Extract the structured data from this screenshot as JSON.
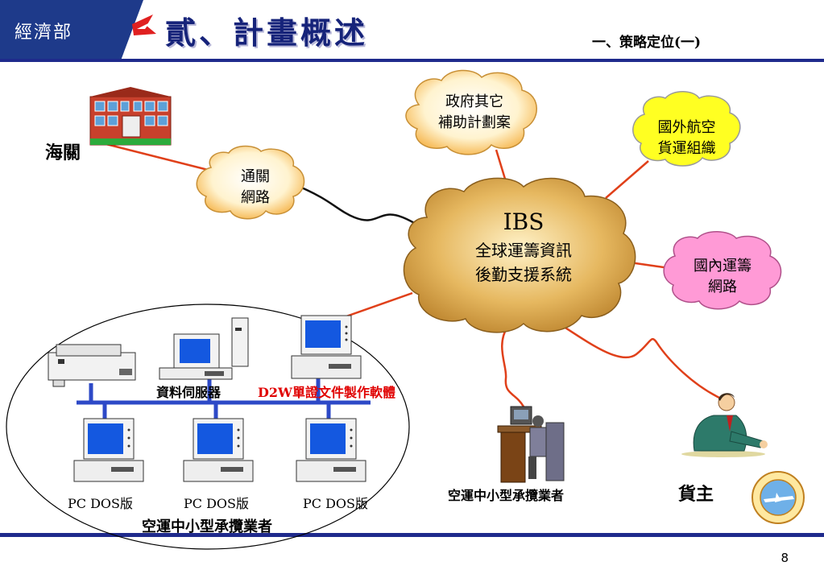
{
  "header": {
    "org_logo_text": "經濟部",
    "title": "貳、計畫概述",
    "subtitle": "一、策略定位(一)"
  },
  "nodes": {
    "customs": "海關",
    "customs_network": [
      "通關",
      "網路"
    ],
    "gov_projects": [
      "政府其它",
      "補助計劃案"
    ],
    "intl_groups": [
      "國外航空",
      "貨運組織"
    ],
    "domestic_network": [
      "國內運籌",
      "網路"
    ],
    "ibs_title": "IBS",
    "ibs_desc": [
      "全球運籌資訊",
      "後勤支援系統"
    ],
    "forwarder_single": "空運中小型承攬業者",
    "shipper": "貨主"
  },
  "lan": {
    "server_label": "資料伺服器",
    "d2w_label": "D2W單證文件製作軟體",
    "pc_labels": [
      "PC DOS版",
      "PC DOS版",
      "PC DOS版"
    ],
    "group_label": "空運中小型承攬業者"
  },
  "colors": {
    "brand_blue": "#1e3a8a",
    "title_blue": "#16237a",
    "link_red": "#e0401a",
    "d2w_red": "#e00000",
    "cloud_peach": "#fff6d8",
    "cloud_gold": "#e8b85c",
    "cloud_yellow": "#ffff33",
    "cloud_pink": "#ff9ad6"
  },
  "page_number": "8"
}
